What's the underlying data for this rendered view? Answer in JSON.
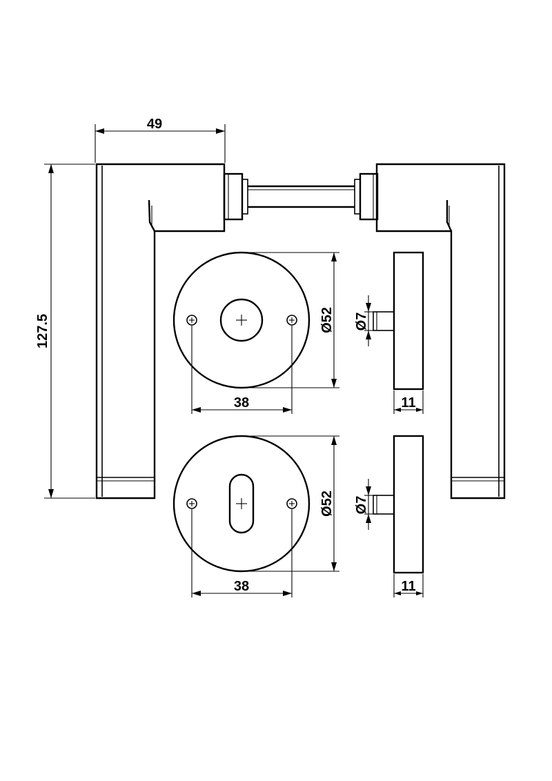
{
  "dimensions": {
    "lever_width": "49",
    "lever_height": "127.5",
    "rose_top_diameter": "Ø52",
    "rose_top_hole_spacing": "38",
    "rose_top_spindle_diameter": "Ø7",
    "rose_top_thickness": "11",
    "rose_bottom_diameter": "Ø52",
    "rose_bottom_hole_spacing": "38",
    "rose_bottom_spindle_diameter": "Ø7",
    "rose_bottom_thickness": "11"
  },
  "colors": {
    "line": "#000000",
    "background": "#ffffff"
  }
}
